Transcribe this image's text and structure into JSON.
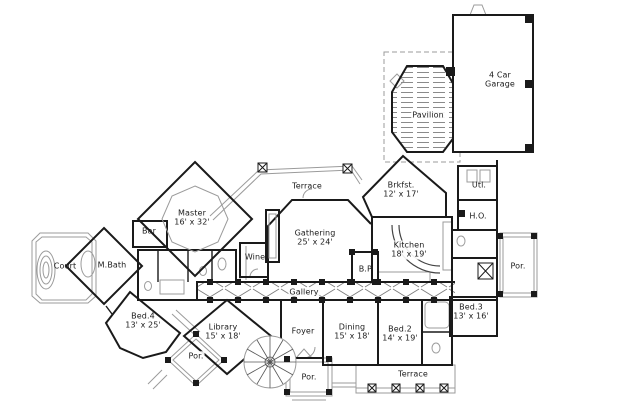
{
  "plan": {
    "type": "architectural-floor-plan",
    "colors": {
      "wall": "#1a1a1a",
      "light_line": "#9b9b9b",
      "pattern_line": "#808080",
      "text": "#1b1b1b",
      "background": "#ffffff"
    }
  },
  "rooms": {
    "garage": {
      "name": "4 Car Garage"
    },
    "pavilion": {
      "name": "Pavilion"
    },
    "brkfst": {
      "name": "Brkfst.",
      "dims": "12' x 17'"
    },
    "utl": {
      "name": "Utl."
    },
    "ho": {
      "name": "H.O."
    },
    "terrace_top": {
      "name": "Terrace"
    },
    "master": {
      "name": "Master",
      "dims": "16' x 32'"
    },
    "bar": {
      "name": "Bar"
    },
    "mbath": {
      "name": "M.Bath"
    },
    "court": {
      "name": "Court"
    },
    "wine": {
      "name": "Wine"
    },
    "gathering": {
      "name": "Gathering",
      "dims": "25' x 24'"
    },
    "kitchen": {
      "name": "Kitchen",
      "dims": "18' x 19'"
    },
    "bp": {
      "name": "B.P."
    },
    "por_right": {
      "name": "Por."
    },
    "gallery": {
      "name": "Gallery"
    },
    "bed4": {
      "name": "Bed.4",
      "dims": "13' x 25'"
    },
    "library": {
      "name": "Library",
      "dims": "15' x 18'"
    },
    "por_left": {
      "name": "Por."
    },
    "foyer": {
      "name": "Foyer"
    },
    "dining": {
      "name": "Dining",
      "dims": "15' x 18'"
    },
    "bed2": {
      "name": "Bed.2",
      "dims": "14' x 19'"
    },
    "bed3": {
      "name": "Bed.3",
      "dims": "13' x 16'"
    },
    "por_bottom": {
      "name": "Por."
    },
    "terrace_bottom": {
      "name": "Terrace"
    }
  }
}
